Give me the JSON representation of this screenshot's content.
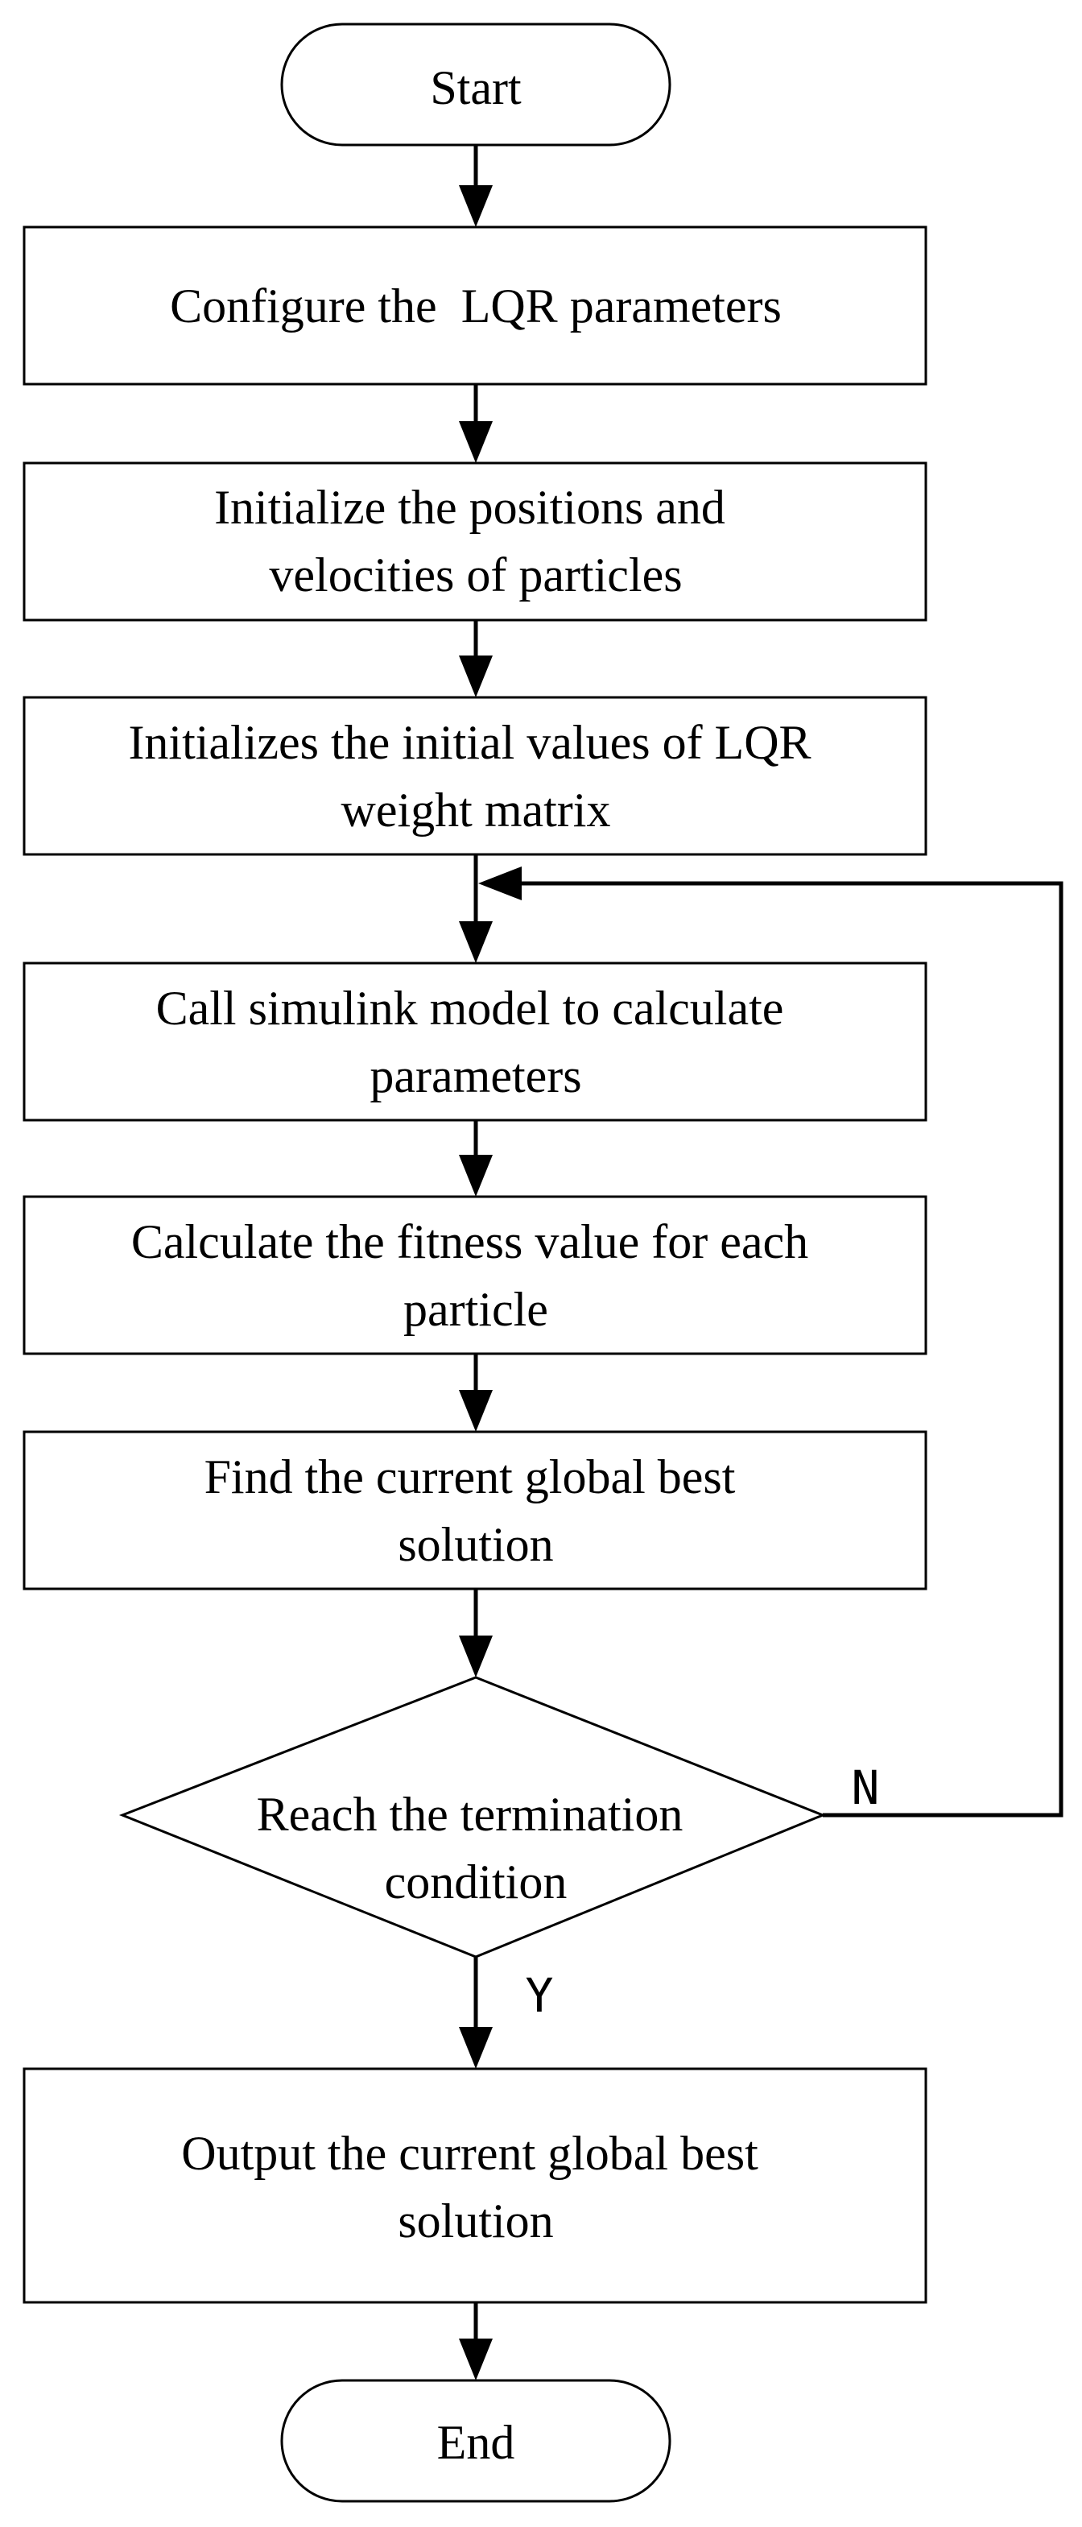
{
  "flowchart": {
    "start": {
      "lines": [
        "Start"
      ]
    },
    "configure": {
      "lines": [
        "Configure the  LQR parameters"
      ]
    },
    "init_particles": {
      "lines": [
        "Initialize the positions and",
        "velocities of particles"
      ]
    },
    "init_weights": {
      "lines": [
        "Initializes the initial values of LQR",
        "weight matrix"
      ]
    },
    "call_simulink": {
      "lines": [
        "Call simulink model to calculate",
        "parameters"
      ]
    },
    "calc_fitness": {
      "lines": [
        "Calculate the fitness value for each",
        "particle"
      ]
    },
    "find_best": {
      "lines": [
        "Find the current global best",
        "solution"
      ]
    },
    "decision": {
      "lines": [
        "Reach the termination",
        "condition"
      ]
    },
    "output": {
      "lines": [
        "Output the current global best",
        "solution"
      ]
    },
    "end": {
      "lines": [
        "End"
      ]
    },
    "labels": {
      "no": "N",
      "yes": "Y"
    }
  }
}
